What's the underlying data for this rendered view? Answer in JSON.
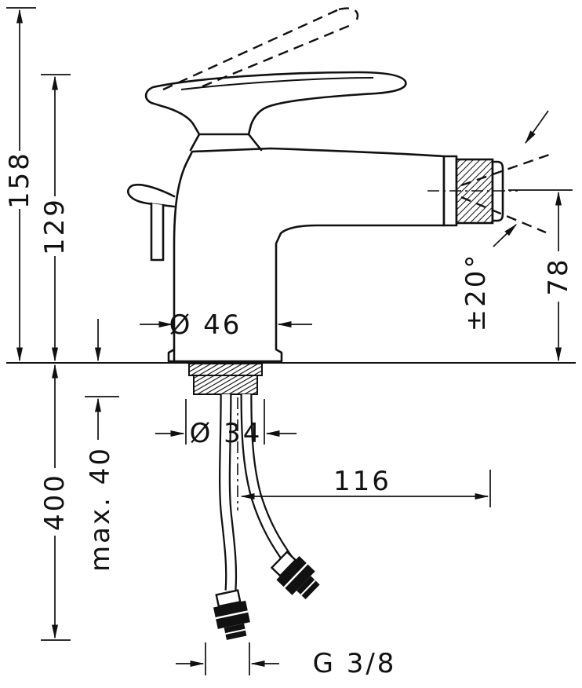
{
  "colors": {
    "ink": "#111111",
    "paper": "#ffffff"
  },
  "labels": {
    "total_height": "158",
    "body_height": "129",
    "base_diameter": "Ø 46",
    "shank_diameter": "Ø 34",
    "max_mounting_thickness": "max. 40",
    "hose_length": "400",
    "spout_reach": "116",
    "spout_height": "78",
    "swivel_angle": "±20°",
    "connection_thread": "G 3/8"
  }
}
